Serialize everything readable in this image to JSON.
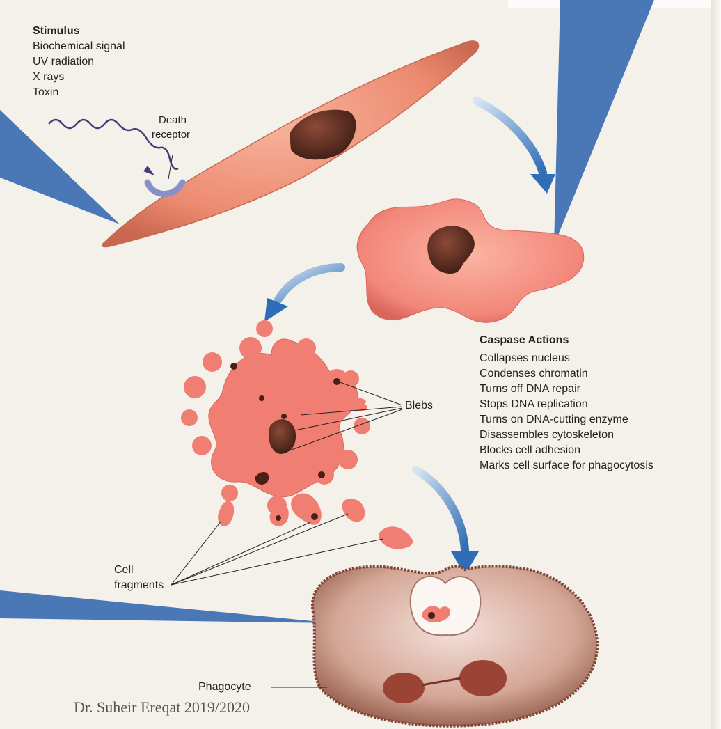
{
  "stimulus": {
    "title": "Stimulus",
    "items": [
      "Biochemical signal",
      "UV radiation",
      "X rays",
      "Toxin"
    ]
  },
  "labels": {
    "death_receptor_line1": "Death",
    "death_receptor_line2": "receptor",
    "blebs": "Blebs",
    "cell_fragments_line1": "Cell",
    "cell_fragments_line2": "fragments",
    "phagocyte": "Phagocyte"
  },
  "caspase": {
    "title": "Caspase Actions",
    "items": [
      "Collapses nucleus",
      "Condenses chromatin",
      "Turns off DNA repair",
      "Stops DNA replication",
      "Turns on DNA-cutting enzyme",
      "Disassembles cytoskeleton",
      "Blocks cell adhesion",
      "Marks cell surface for phagocytosis"
    ]
  },
  "credit": "Dr. Suheir Ereqat 2019/2020",
  "colors": {
    "cell": "#ef8e74",
    "nucleus": "#5a2d1f",
    "arrow": "#3c78bd",
    "callout": "#4a78b6",
    "phagocyte": "#b9806e"
  }
}
